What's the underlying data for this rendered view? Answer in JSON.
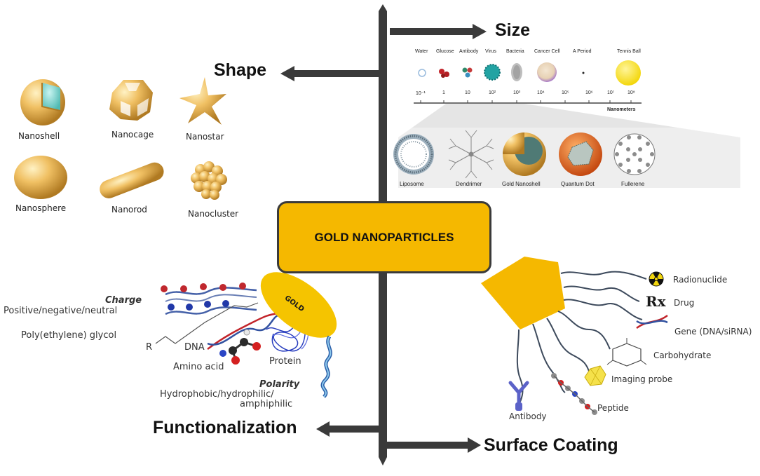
{
  "center": {
    "title": "GOLD NANOPARTICLES"
  },
  "branches": {
    "size": "Size",
    "shape": "Shape",
    "functionalization": "Functionalization",
    "surface_coating": "Surface Coating"
  },
  "shape": {
    "items": [
      "Nanoshell",
      "Nanocage",
      "Nanostar",
      "Nanosphere",
      "Nanorod",
      "Nanocluster"
    ]
  },
  "size": {
    "scale_items": [
      "Water",
      "Glucose",
      "Antibody",
      "Virus",
      "Bacteria",
      "Cancer Cell",
      "A Period",
      "Tennis Ball"
    ],
    "ticks": [
      "10⁻¹",
      "1",
      "10",
      "10²",
      "10³",
      "10⁴",
      "10⁵",
      "10⁶",
      "10⁷",
      "10⁸"
    ],
    "unit": "Nanometers",
    "particles": [
      "Liposome",
      "Dendrimer",
      "Gold Nanoshell",
      "Quantum Dot",
      "Fullerene"
    ]
  },
  "functionalization": {
    "gold_label": "GOLD",
    "charge_title": "Charge",
    "charge_text": "Positive/negative/neutral",
    "peg": "Poly(ethylene) glycol",
    "dna": "DNA",
    "amino_acid": "Amino acid",
    "protein": "Protein",
    "polarity_title": "Polarity",
    "polarity_line1": "Hydrophobic/hydrophilic/",
    "polarity_line2": "amphiphilic",
    "peg_chain_label": "R"
  },
  "coating": {
    "radionuclide": "Radionuclide",
    "drug_symbol": "Rx",
    "drug": "Drug",
    "gene": "Gene (DNA/siRNA)",
    "carbohydrate": "Carbohydrate",
    "imaging_probe": "Imaging probe",
    "peptide": "Peptide",
    "antibody": "Antibody"
  },
  "colors": {
    "gold": "#f5b800",
    "axis": "#3a3a3a",
    "sphere": "#e6b25a"
  }
}
